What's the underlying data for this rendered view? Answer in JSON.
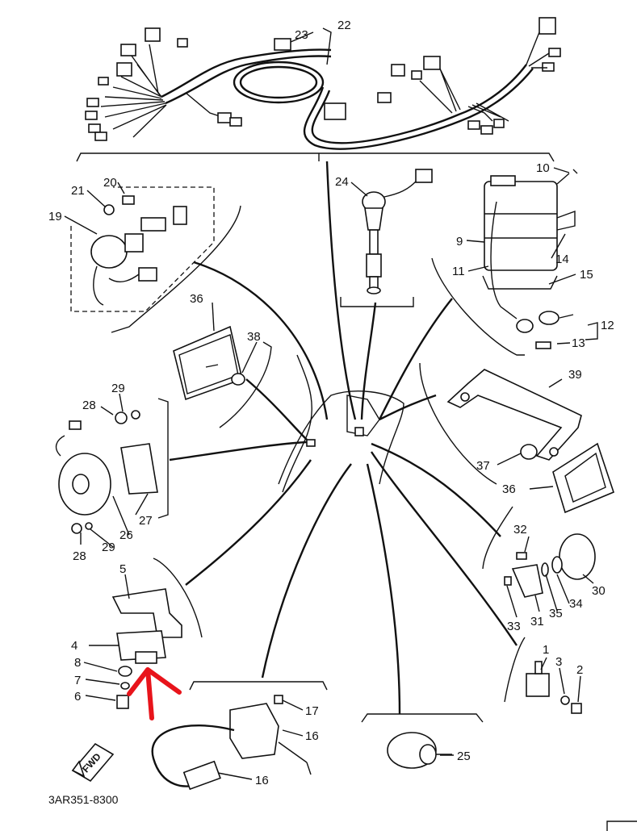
{
  "diagram": {
    "callouts": {
      "p1": "1",
      "p2": "2",
      "p3": "3",
      "p4": "4",
      "p5": "5",
      "p6": "6",
      "p7": "7",
      "p8": "8",
      "p9": "9",
      "p10": "10",
      "p11": "11",
      "p12": "12",
      "p13": "13",
      "p14": "14",
      "p15": "15",
      "p16a": "16",
      "p16b": "16",
      "p17": "17",
      "p19": "19",
      "p20": "20",
      "p21": "21",
      "p22": "22",
      "p23": "23",
      "p24": "24",
      "p25": "25",
      "p26": "26",
      "p27": "27",
      "p28a": "28",
      "p28b": "28",
      "p29a": "29",
      "p29b": "29",
      "p30": "30",
      "p31": "31",
      "p32": "32",
      "p33": "33",
      "p34": "34",
      "p35": "35",
      "p36a": "36",
      "p36b": "36",
      "p37": "37",
      "p38": "38",
      "p39": "39"
    },
    "fwd_badge": "FWD",
    "drawing_number": "3AR351-8300",
    "highlight": {
      "color": "#e8141b",
      "target": "4"
    }
  }
}
